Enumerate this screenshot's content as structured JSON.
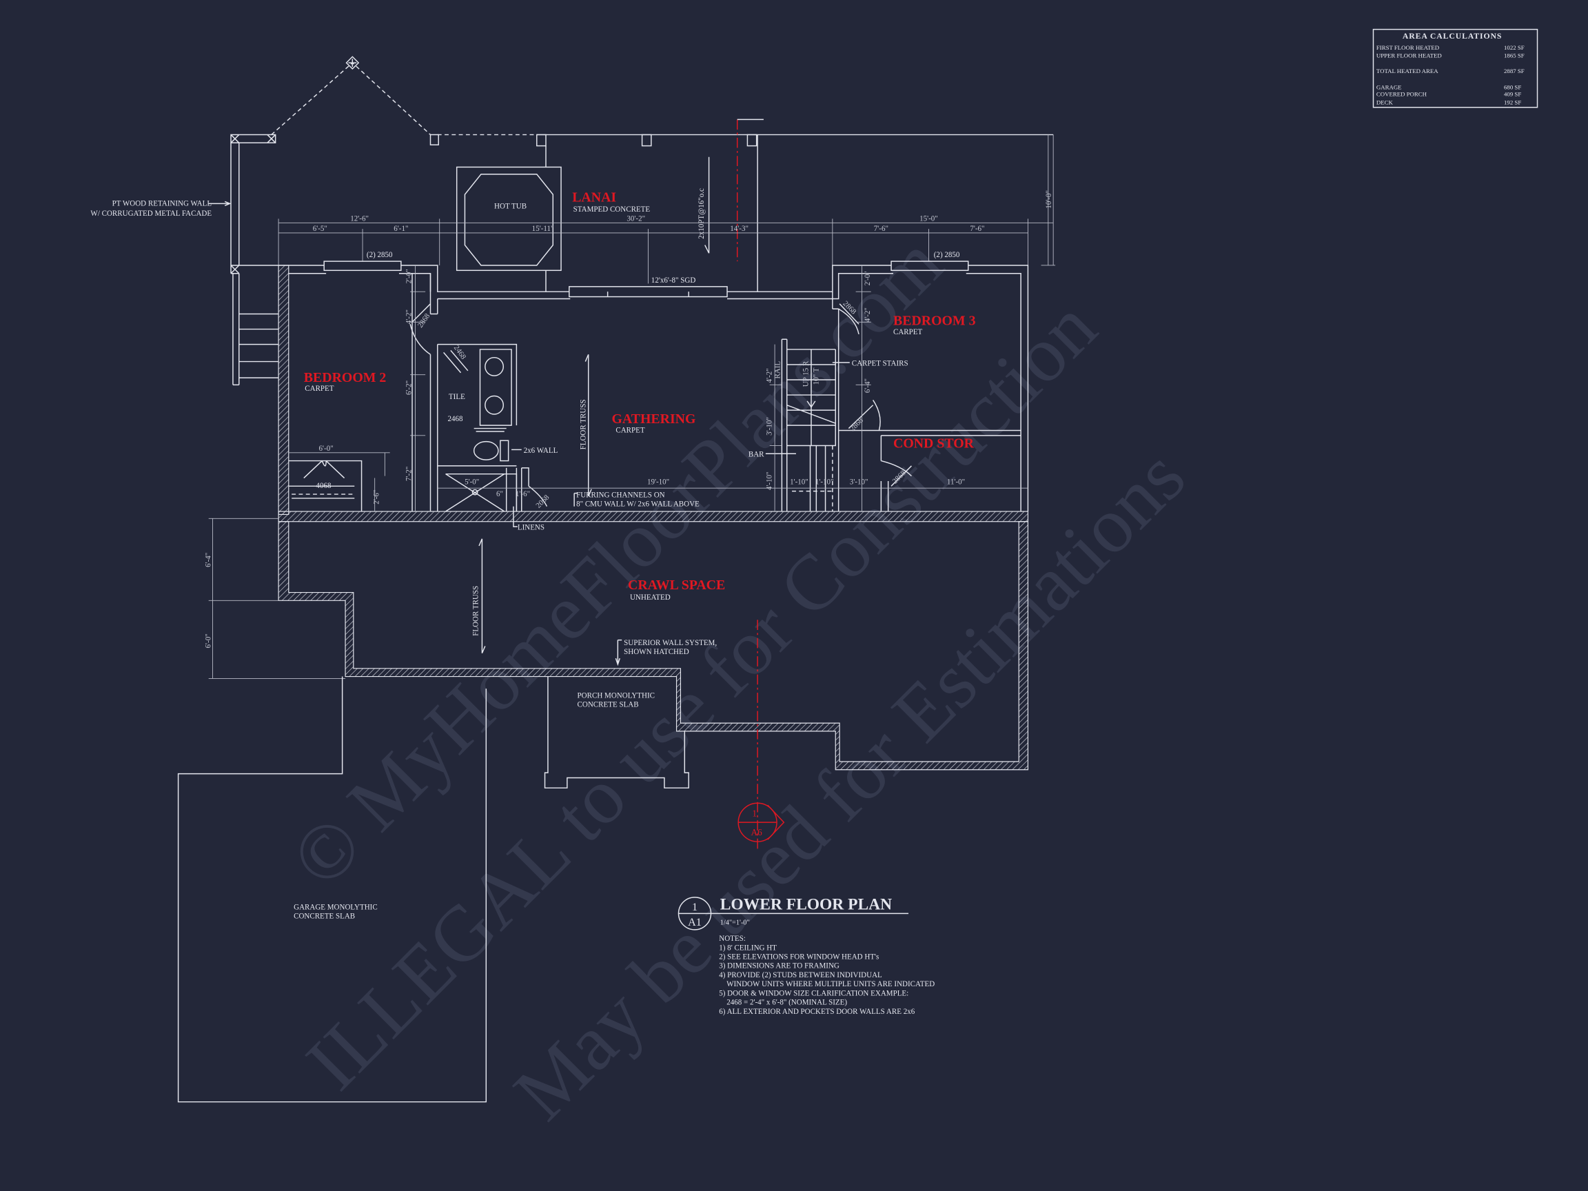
{
  "watermark": {
    "line1": "© MyHomeFloorPlans.com",
    "line2": "ILLEGAL to use for Construction",
    "line3": "May be used for Estimations"
  },
  "area_calculations": {
    "title": "AREA CALCULATIONS",
    "rows": [
      {
        "label": "FIRST FLOOR HEATED",
        "value": "1022 SF"
      },
      {
        "label": "UPPER FLOOR HEATED",
        "value": "1865 SF"
      },
      {
        "label": "TOTAL HEATED AREA",
        "value": "2887 SF"
      },
      {
        "label": "GARAGE",
        "value": "680 SF"
      },
      {
        "label": "COVERED PORCH",
        "value": "409 SF"
      },
      {
        "label": "DECK",
        "value": "192 SF"
      }
    ]
  },
  "rooms": {
    "lanai": {
      "name": "LANAI",
      "finish": "STAMPED CONCRETE"
    },
    "bedroom2": {
      "name": "BEDROOM 2",
      "finish": "CARPET"
    },
    "bedroom3": {
      "name": "BEDROOM 3",
      "finish": "CARPET"
    },
    "gathering": {
      "name": "GATHERING",
      "finish": "CARPET"
    },
    "cond_stor": {
      "name": "COND STOR"
    },
    "crawl": {
      "name": "CRAWL SPACE",
      "finish": "UNHEATED"
    }
  },
  "labels": {
    "hot_tub": "HOT TUB",
    "retaining_1": "PT WOOD RETAINING WALL",
    "retaining_2": "W/ CORRUGATED METAL FACADE",
    "post": "2x10PT@16\"o.c",
    "window_b2": "(2) 2850",
    "window_b3": "(2) 2850",
    "sgd": "12'x6'-8\" SGD",
    "tile": "TILE",
    "door_2468a": "2468",
    "door_2468b": "2468",
    "door_2868a": "2868",
    "door_2868b": "2868",
    "door_2868c": "2868",
    "door_2868d": "2868",
    "door_2068": "2068",
    "closet_4068": "4068",
    "wall_2x6": "2x6 WALL",
    "floor_truss_1": "FLOOR TRUSS",
    "floor_truss_2": "FLOOR TRUSS",
    "rail": "RAIL",
    "stairs_up": "UP 15 R",
    "stairs_riser": "10\" T",
    "carpet_stairs": "CARPET STAIRS",
    "bar": "BAR",
    "furring_1": "FURRING CHANNELS ON",
    "furring_2": "8\" CMU WALL W/ 2x6 WALL ABOVE",
    "linens": "LINENS",
    "superior_1": "SUPERIOR WALL SYSTEM,",
    "superior_2": "SHOWN HATCHED",
    "porch_1": "PORCH MONOLYTHIC",
    "porch_2": "CONCRETE SLAB",
    "garage_1": "GARAGE MONOLYTHIC",
    "garage_2": "CONCRETE SLAB"
  },
  "dimensions": {
    "d12_6": "12'-6\"",
    "d30_2": "30'-2\"",
    "d15_0": "15'-0\"",
    "d6_5": "6'-5\"",
    "d6_1": "6'-1\"",
    "d15_11": "15'-11\"",
    "d14_3": "14'-3\"",
    "d7_6a": "7'-6\"",
    "d7_6b": "7'-6\"",
    "d10_0": "10'-0\"",
    "b2_2_0": "2'-0\"",
    "b2_4_2": "4'-2\"",
    "b2_6_2": "6'-2\"",
    "b2_7_2": "7'-2\"",
    "b2_6_0": "6'-0\"",
    "b2_2_6": "2'-6\"",
    "bath_5_0": "5'-0\"",
    "bath_6": "6\"",
    "bath_1_6": "1'-6\"",
    "g19_10": "19'-10\"",
    "s4_2": "4'-2\"",
    "s3_10": "3'-10\"",
    "s4_10": "4'-10\"",
    "s1_10a": "1'-10\"",
    "s1_10b": "1'-10\"",
    "s3_10b": "3'-10\"",
    "c11_0": "11'-0\"",
    "b3_2_0": "2'-0\"",
    "b3_4_2": "4'-2\"",
    "b3_6_4": "6'-4\"",
    "crawl_6_4": "6'-4\"",
    "crawl_6_0": "6'-0\""
  },
  "section_marker": {
    "number": "1",
    "sheet": "A6"
  },
  "plan_title": {
    "number": "1",
    "sheet": "A1",
    "title": "LOWER FLOOR PLAN",
    "scale": "1/4\"=1'-0\""
  },
  "notes": {
    "heading": "NOTES:",
    "items": [
      "1) 8' CEILING HT",
      "2) SEE ELEVATIONS FOR WINDOW HEAD HT's",
      "3) DIMENSIONS ARE TO FRAMING",
      "4) PROVIDE (2) STUDS BETWEEN INDIVIDUAL",
      "    WINDOW UNITS WHERE MULTIPLE UNITS ARE INDICATED",
      "5) DOOR & WINDOW SIZE CLARIFICATION EXAMPLE:",
      "    2468 = 2'-4\" x 6'-8\" (NOMINAL SIZE)",
      "6) ALL EXTERIOR AND POCKETS DOOR WALLS ARE 2x6"
    ]
  },
  "colors": {
    "background": "#232739",
    "linework": "#e4e6ee",
    "accent_red": "#e01822"
  }
}
